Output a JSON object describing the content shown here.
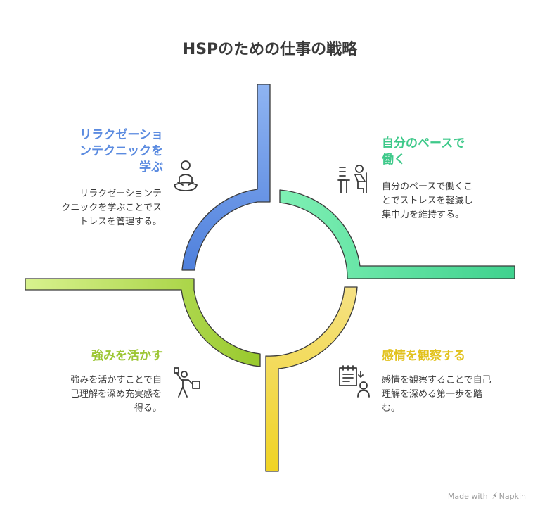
{
  "title": "HSPのための仕事の戦略",
  "quadrants": {
    "top_left": {
      "title": "リラクゼーションテクニックを学ぶ",
      "title_lines": [
        "リラクゼーショ",
        "ンテクニックを",
        "学ぶ"
      ],
      "description_lines": [
        "リラクゼーションテ",
        "クニックを学ぶことでス",
        "トレスを管理する。"
      ],
      "color": "#5b8be0",
      "icon": "meditation-icon"
    },
    "top_right": {
      "title": "自分のペースで働く",
      "title_lines": [
        "自分のペースで",
        "働く"
      ],
      "description_lines": [
        "自分のペースで働くこ",
        "とでストレスを軽減し",
        "集中力を維持する。"
      ],
      "color": "#3ec98a",
      "icon": "desk-worker-icon"
    },
    "bottom_left": {
      "title": "強みを活かす",
      "title_lines": [
        "強みを活かす"
      ],
      "description_lines": [
        "強みを活かすことで自",
        "己理解を深め充実感を",
        "得る。"
      ],
      "color": "#9cc633",
      "icon": "celebrating-person-icon"
    },
    "bottom_right": {
      "title": "感情を観察する",
      "title_lines": [
        "感情を観察する"
      ],
      "description_lines": [
        "感情を観察することで自己",
        "理解を深める第一歩を踏",
        "む。"
      ],
      "color": "#e2c21e",
      "icon": "observing-person-icon"
    }
  },
  "footer": {
    "prefix": "Made with",
    "brand": "Napkin"
  }
}
